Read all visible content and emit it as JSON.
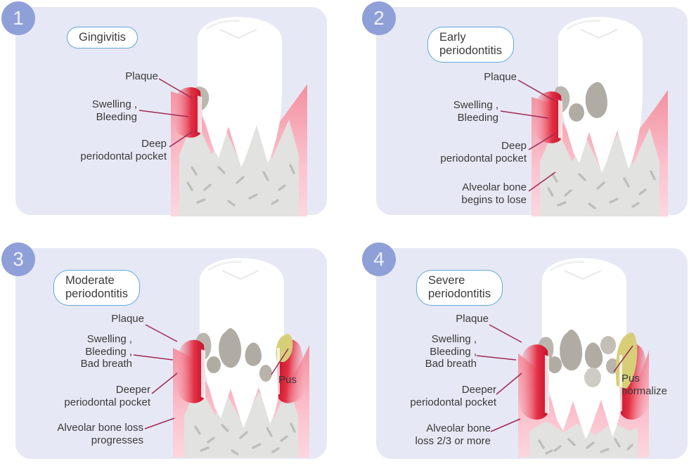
{
  "colors": {
    "page_bg": "#ffffff",
    "panel_bg": "#e7e8f5",
    "badge_bg": "#8f9fd8",
    "badge_text": "#eef1fb",
    "pill_border": "#5fa8d8",
    "pill_bg": "#ffffff",
    "text": "#3a3a3a",
    "leader_line": "#9e2a56",
    "gum_pink": "#f7aab9",
    "gum_pink_light": "#fbd0d8",
    "inflamed_red": "#d81f35",
    "tooth_white": "#ffffff",
    "bone_gray": "#e2e2e0",
    "bone_speck": "#b9bab4",
    "plaque_gray": "#b0aca3",
    "pus_yellow": "#d6cf78"
  },
  "panels": [
    {
      "number": "1",
      "title": "Gingivitis",
      "callouts": [
        {
          "name": "plaque",
          "text": "Plaque"
        },
        {
          "name": "swelling-bleeding",
          "text": "Swelling ,\nBleeding"
        },
        {
          "name": "deep-periodontal-pocket",
          "text": "Deep\nperiodontal pocket"
        }
      ]
    },
    {
      "number": "2",
      "title": "Early\nperiodontitis",
      "callouts": [
        {
          "name": "plaque",
          "text": "Plaque"
        },
        {
          "name": "swelling-bleeding",
          "text": "Swelling ,\nBleeding"
        },
        {
          "name": "deep-periodontal-pocket",
          "text": "Deep\nperiodontal pocket"
        },
        {
          "name": "alveolar-bone-begins-to-lose",
          "text": "Alveolar bone\nbegins to lose"
        }
      ]
    },
    {
      "number": "3",
      "title": "Moderate\nperiodontitis",
      "callouts": [
        {
          "name": "plaque",
          "text": "Plaque"
        },
        {
          "name": "swelling-bleeding-bad-breath",
          "text": "Swelling ,\nBleeding ,\nBad breath"
        },
        {
          "name": "deeper-periodontal-pocket",
          "text": "Deeper\nperiodontal pocket"
        },
        {
          "name": "alveolar-bone-loss-progresses",
          "text": "Alveolar bone loss\nprogresses"
        },
        {
          "name": "pus",
          "text": "Pus"
        }
      ]
    },
    {
      "number": "4",
      "title": "Severe\nperiodontitis",
      "callouts": [
        {
          "name": "plaque",
          "text": "Plaque"
        },
        {
          "name": "swelling-bleeding-bad-breath",
          "text": "Swelling ,\nBleeding ,\nBad breath"
        },
        {
          "name": "deeper-periodontal-pocket",
          "text": "Deeper\nperiodontal pocket"
        },
        {
          "name": "alveolar-bone-loss-2-3-or-more",
          "text": "Alveolar bone\nloss 2/3 or more"
        },
        {
          "name": "pus-normalize",
          "text": "Pus\nnormalize"
        }
      ]
    }
  ]
}
